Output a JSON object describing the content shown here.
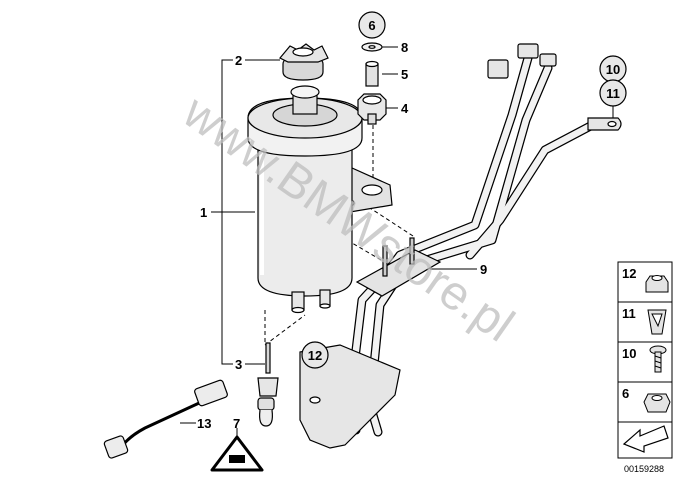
{
  "diagram": {
    "watermark": "www.BMWstore.pl",
    "image_number": "00159288",
    "callouts": {
      "c1": "1",
      "c2": "2",
      "c3": "3",
      "c4": "4",
      "c5": "5",
      "c6": "6",
      "c7": "7",
      "c8": "8",
      "c9": "9",
      "c10": "10",
      "c11": "11",
      "c12": "12",
      "c13": "13"
    },
    "legend": [
      {
        "number": "12",
        "part": "nut"
      },
      {
        "number": "11",
        "part": "spring-nut"
      },
      {
        "number": "10",
        "part": "screw"
      },
      {
        "number": "6",
        "part": "hex-nut"
      }
    ]
  }
}
